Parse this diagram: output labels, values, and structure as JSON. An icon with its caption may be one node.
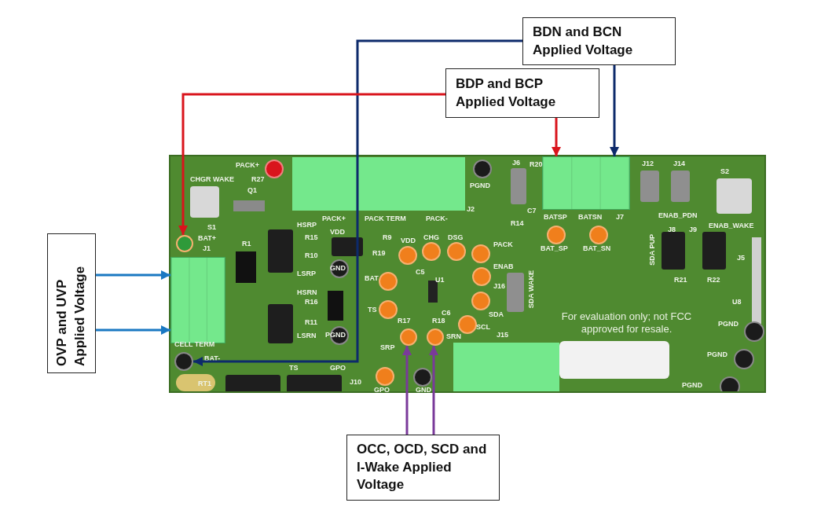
{
  "diagram": {
    "nodes": [
      {
        "text": [
          "BDN and BCN Applied Voltage"
        ]
      },
      {
        "text": [
          "BDP and BCP Applied Voltage"
        ]
      },
      {
        "text": [
          "OVP and UVP Applied Voltage"
        ]
      },
      {
        "text": [
          "OCC, OCD, SCD and I-Wake Applied Voltage"
        ]
      },
      {
        "text": [],
        "shape": "picture"
      },
      {
        "text": [],
        "shape": "circle",
        "in": 4
      },
      {
        "text": [],
        "shape": "box",
        "in": 4
      },
      {
        "text": [],
        "shape": "circle",
        "in": 4
      },
      {
        "text": [],
        "shape": "box",
        "in": 4,
        "beside": [
          "BATSP",
          "BATSN",
          "J7"
        ]
      },
      {
        "text": [],
        "shape": "circle",
        "in": 4
      },
      {
        "text": [],
        "shape": "circle",
        "in": 4
      }
    ],
    "edges": [
      {
        "from": 0,
        "to": 7,
        "arrow": "to",
        "color": "#0d2a6b"
      },
      {
        "from": 0,
        "to": 8,
        "arrow": "to",
        "color": "#0d2a6b"
      },
      {
        "from": 1,
        "to": 5,
        "arrow": "to",
        "color": "#d9141c"
      },
      {
        "from": 1,
        "to": 8,
        "arrow": "to",
        "color": "#d9141c"
      },
      {
        "from": 2,
        "to": 6,
        "arrow": "to",
        "color": "#1a78c2"
      },
      {
        "from": 2,
        "to": 6,
        "arrow": "to",
        "color": "#1a78c2"
      },
      {
        "from": 3,
        "to": 9,
        "arrow": "to",
        "color": "#7a3a9a"
      },
      {
        "from": 3,
        "to": 10,
        "arrow": "to",
        "color": "#7a3a9a"
      }
    ],
    "labels": [
      "PACK+",
      "CHGR WAKE",
      "R27",
      "Q1",
      "S1",
      "BAT+",
      "J1",
      "R1",
      "HSRP",
      "R15",
      "R10",
      "LSRP",
      "HSRN",
      "R16",
      "R11",
      "LSRN",
      "CELL TERM",
      "BAT-",
      "RT1",
      "TS",
      "GPO",
      "J10",
      "PACK+",
      "PACK TERM",
      "PACK-",
      "J2",
      "VDD",
      "GND",
      "PGND",
      "R9",
      "R19",
      "BAT",
      "TS",
      "VDD",
      "CHG",
      "DSG",
      "PACK",
      "ENAB",
      "J16",
      "SDA",
      "SCL",
      "J15",
      "C5",
      "U1",
      "C6",
      "R17",
      "R18",
      "SRP",
      "SRN",
      "GPO",
      "GND",
      "PGND",
      "J6",
      "R20",
      "R14",
      "C7",
      "BAT_SP",
      "BAT_SN",
      "J12",
      "J14",
      "S2",
      "ENAB_PDN",
      "ENAB_WAKE",
      "SDA PUP",
      "J8",
      "J9",
      "R21",
      "R22",
      "J5",
      "U8",
      "For evaluation only; not FCC approved for resale.",
      "PGND",
      "PGND",
      "PGND",
      "SDA WAKE"
    ]
  }
}
